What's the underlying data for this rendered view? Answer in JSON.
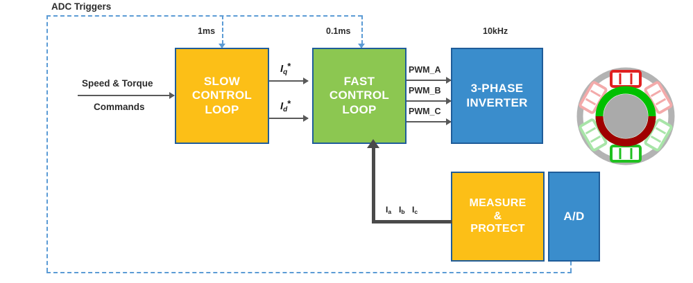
{
  "diagram": {
    "title_label": "ADC Triggers",
    "blocks": {
      "slow": "SLOW\nCONTROL\nLOOP",
      "slow_lines": [
        "SLOW",
        "CONTROL",
        "LOOP"
      ],
      "fast_lines": [
        "FAST",
        "CONTROL",
        "LOOP"
      ],
      "inverter_lines": [
        "3-PHASE",
        "INVERTER"
      ],
      "measure_lines": [
        "MEASURE",
        "&",
        "PROTECT"
      ],
      "ad_label": "A/D"
    },
    "rates": {
      "slow": "1ms",
      "fast": "0.1ms",
      "inverter": "10kHz"
    },
    "input": {
      "line1": "Speed & Torque",
      "line2": "Commands"
    },
    "signals": {
      "iq": {
        "base": "I",
        "sub": "q",
        "star": "*"
      },
      "id": {
        "base": "I",
        "sub": "d",
        "star": "*"
      },
      "pwm_a": "PWM_A",
      "pwm_b": "PWM_B",
      "pwm_c": "PWM_C",
      "ia": {
        "base": "I",
        "sub": "a"
      },
      "ib": {
        "base": "I",
        "sub": "b"
      },
      "ic": {
        "base": "I",
        "sub": "c"
      }
    },
    "colors": {
      "orange": "#fcbf17",
      "green": "#8cc751",
      "blue": "#3a8dcc",
      "border": "#1f5c99",
      "dashed": "#5b9bd5",
      "arrow": "#595959",
      "feedback": "#4a4a4a",
      "stator": "#b3b3b3",
      "rotor_north": "#00c000",
      "rotor_south": "#a00000",
      "shaft": "#aaaaaa"
    }
  }
}
